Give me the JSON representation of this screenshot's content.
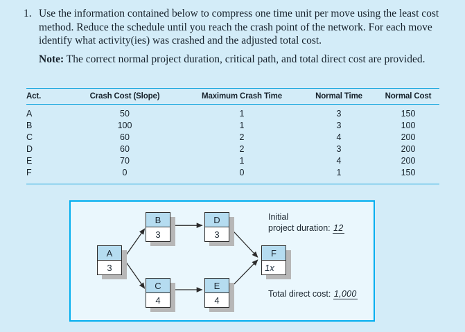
{
  "question": {
    "number": "1.",
    "paragraph": "Use the information contained below to compress one time unit per move using the least cost method. Reduce the schedule until you reach the crash point of the network. For each move identify what activity(ies) was crashed and the adjusted total cost.",
    "note_label": "Note:",
    "note_text": " The correct normal project duration, critical path, and total direct cost are provided."
  },
  "table": {
    "headers": {
      "act": "Act.",
      "crash_cost_slope": "Crash Cost (Slope)",
      "maximum_crash_time": "Maximum Crash Time",
      "normal_time": "Normal Time",
      "normal_cost": "Normal Cost"
    },
    "rows": [
      {
        "act": "A",
        "slope": "50",
        "max_crash": "1",
        "normal_time": "3",
        "normal_cost": "150"
      },
      {
        "act": "B",
        "slope": "100",
        "max_crash": "1",
        "normal_time": "3",
        "normal_cost": "100"
      },
      {
        "act": "C",
        "slope": "60",
        "max_crash": "2",
        "normal_time": "4",
        "normal_cost": "200"
      },
      {
        "act": "D",
        "slope": "60",
        "max_crash": "2",
        "normal_time": "3",
        "normal_cost": "200"
      },
      {
        "act": "E",
        "slope": "70",
        "max_crash": "1",
        "normal_time": "4",
        "normal_cost": "200"
      },
      {
        "act": "F",
        "slope": "0",
        "max_crash": "0",
        "normal_time": "1",
        "normal_cost": "150"
      }
    ]
  },
  "network": {
    "nodes": [
      {
        "id": "A",
        "label": "A",
        "duration": "3"
      },
      {
        "id": "B",
        "label": "B",
        "duration": "3"
      },
      {
        "id": "C",
        "label": "C",
        "duration": "4"
      },
      {
        "id": "D",
        "label": "D",
        "duration": "3"
      },
      {
        "id": "E",
        "label": "E",
        "duration": "4"
      },
      {
        "id": "F",
        "label": "F",
        "duration": "1x"
      }
    ],
    "annotations": {
      "duration_line1": "Initial",
      "duration_line2": "project duration:",
      "duration_value": "12",
      "cost_label": "Total direct cost:",
      "cost_value": "1,000"
    }
  },
  "colors": {
    "page_background": "#d3ecf8",
    "panel_background": "#eaf7fd",
    "panel_border": "#00aeef",
    "table_rule": "#18a6de",
    "node_header": "#b5dcf0",
    "node_shadow": "#b7b7b7",
    "text": "#16212b"
  }
}
